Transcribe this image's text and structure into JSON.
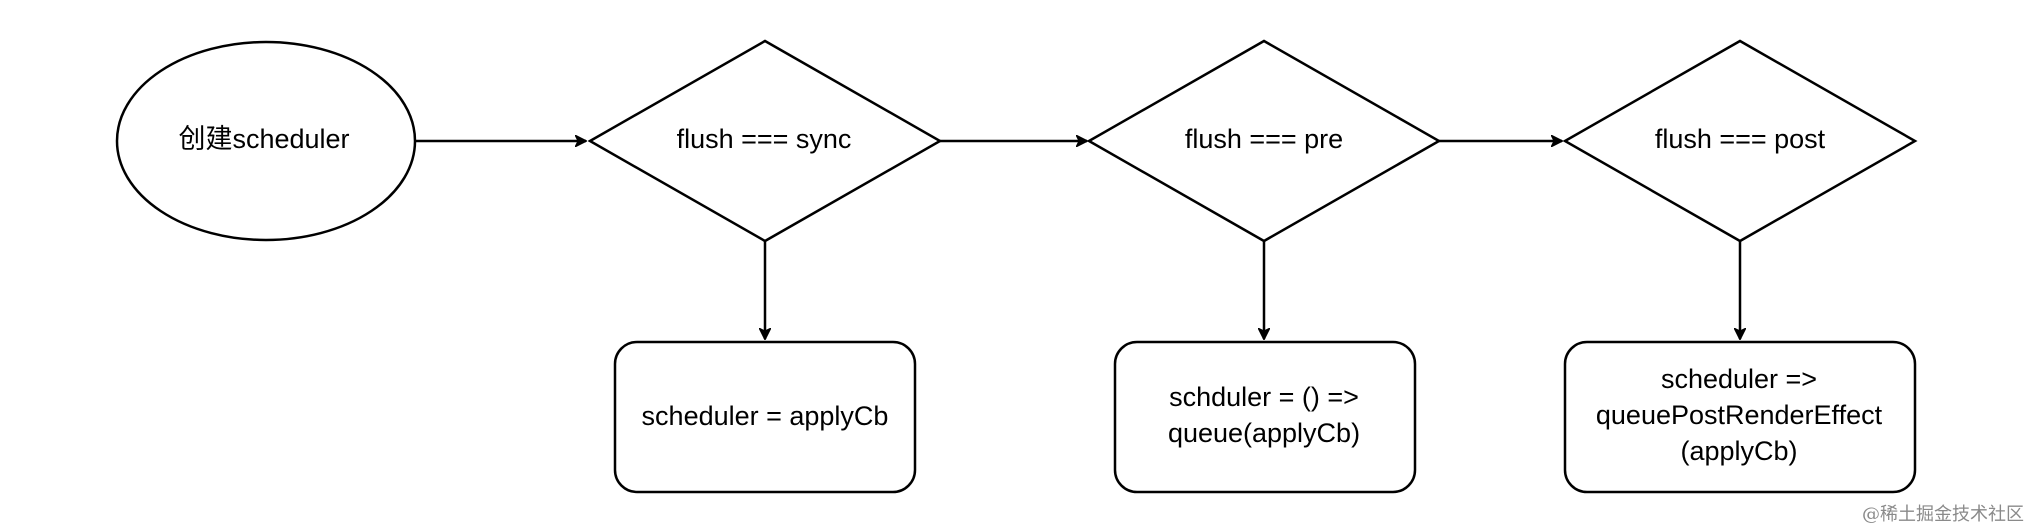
{
  "nodes": {
    "start": {
      "label": "创建scheduler"
    },
    "sync": {
      "label": "flush === sync"
    },
    "pre": {
      "label": "flush === pre"
    },
    "post": {
      "label": "flush === post"
    },
    "sync_action": {
      "lines": [
        "scheduler = applyCb"
      ]
    },
    "pre_action": {
      "lines": [
        "schduler = () =>",
        "queue(applyCb)"
      ]
    },
    "post_action": {
      "lines": [
        "scheduler =>",
        "queuePostRenderEffect",
        "(applyCb)"
      ]
    }
  },
  "edges": [
    {
      "from": "start",
      "to": "sync"
    },
    {
      "from": "sync",
      "to": "pre"
    },
    {
      "from": "pre",
      "to": "post"
    },
    {
      "from": "sync",
      "to": "sync_action"
    },
    {
      "from": "pre",
      "to": "pre_action"
    },
    {
      "from": "post",
      "to": "post_action"
    }
  ],
  "watermark": "@稀土掘金技术社区"
}
